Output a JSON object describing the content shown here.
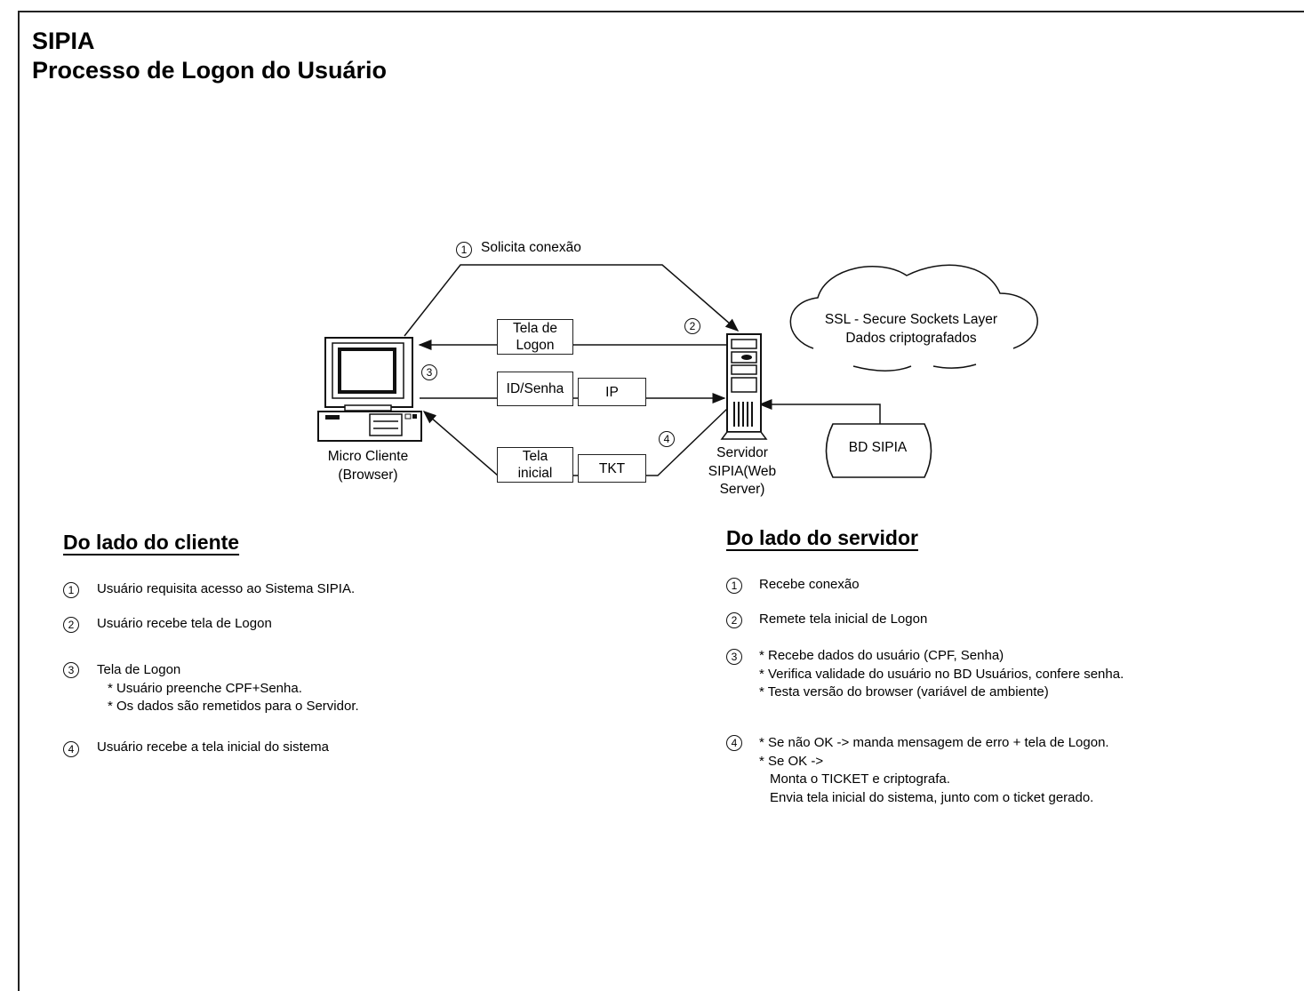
{
  "header": {
    "title_line1": "SIPIA",
    "title_line2": "Processo de Logon do Usuário"
  },
  "diagram": {
    "step1_label": "Solicita conexão",
    "step_numbers": [
      "1",
      "2",
      "3",
      "4"
    ],
    "client_label_line1": "Micro Cliente",
    "client_label_line2": "(Browser)",
    "server_label_line1": "Servidor",
    "server_label_line2": "SIPIA(Web",
    "server_label_line3": "Server)",
    "box_tela_logon_line1": "Tela de",
    "box_tela_logon_line2": "Logon",
    "box_id_senha": "ID/Senha",
    "box_ip": "IP",
    "box_tela_inicial_line1": "Tela",
    "box_tela_inicial_line2": "inicial",
    "box_tkt": "TKT",
    "cloud_line1": "SSL - Secure Sockets Layer",
    "cloud_line2": "Dados criptografados",
    "database_label": "BD SIPIA"
  },
  "client_side": {
    "heading": "Do lado do cliente",
    "items": [
      {
        "num": "1",
        "lines": [
          "Usuário requisita acesso ao Sistema SIPIA."
        ]
      },
      {
        "num": "2",
        "lines": [
          "Usuário recebe tela de Logon"
        ]
      },
      {
        "num": "3",
        "lines": [
          "Tela de Logon",
          "* Usuário preenche CPF+Senha.",
          "* Os dados são remetidos para o Servidor."
        ]
      },
      {
        "num": "4",
        "lines": [
          "Usuário recebe a tela inicial do sistema"
        ]
      }
    ]
  },
  "server_side": {
    "heading": "Do lado do servidor",
    "items": [
      {
        "num": "1",
        "lines": [
          "Recebe conexão"
        ]
      },
      {
        "num": "2",
        "lines": [
          "Remete tela inicial de Logon"
        ]
      },
      {
        "num": "3",
        "lines": [
          "* Recebe dados do usuário (CPF, Senha)",
          "* Verifica validade do usuário no BD Usuários, confere senha.",
          "* Testa versão do browser (variável de ambiente)"
        ]
      },
      {
        "num": "4",
        "lines": [
          "* Se não OK -> manda mensagem de erro + tela de Logon.",
          "* Se OK ->",
          "Monta o TICKET e criptografa.",
          "Envia tela inicial do sistema, junto com o ticket gerado."
        ]
      }
    ]
  }
}
